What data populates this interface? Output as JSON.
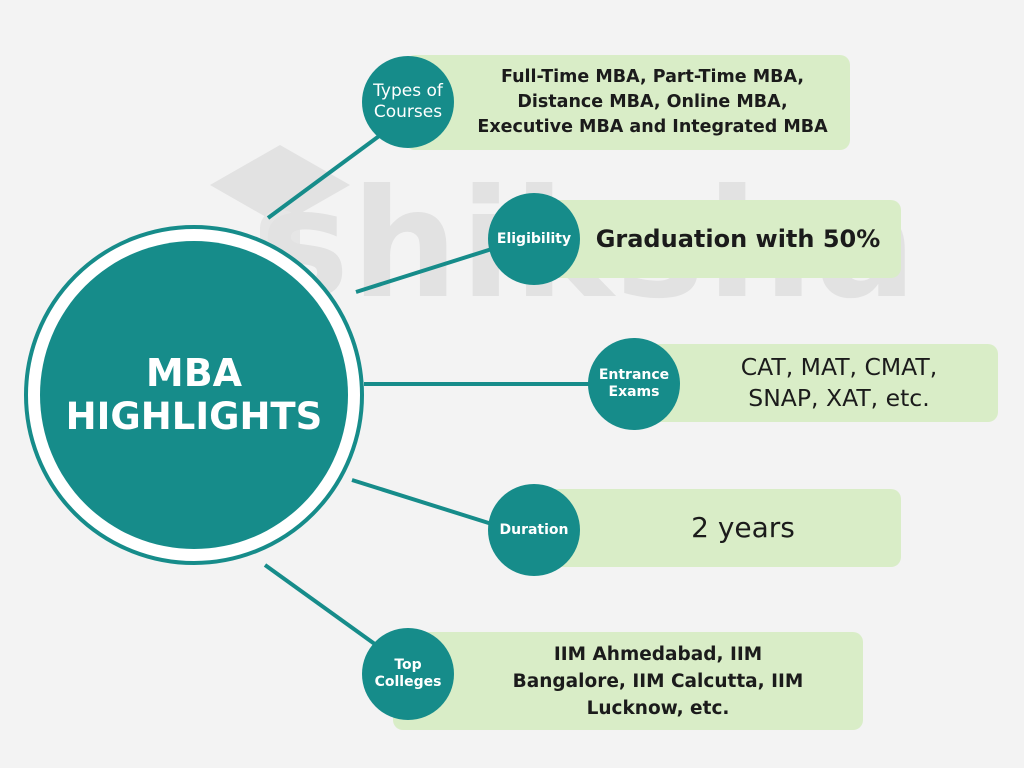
{
  "hub": {
    "line1": "MBA",
    "line2": "HIGHLIGHTS"
  },
  "items": [
    {
      "label_lines": [
        "Types of",
        "Courses"
      ],
      "content_lines": [
        "Full-Time MBA, Part-Time MBA,",
        "Distance MBA, Online MBA,",
        "Executive MBA and Integrated MBA"
      ]
    },
    {
      "label_lines": [
        "Eligibility"
      ],
      "content_lines": [
        "Graduation with 50%"
      ]
    },
    {
      "label_lines": [
        "Entrance",
        "Exams"
      ],
      "content_lines": [
        "CAT, MAT, CMAT,",
        "SNAP, XAT, etc."
      ]
    },
    {
      "label_lines": [
        "Duration"
      ],
      "content_lines": [
        "2 years"
      ]
    },
    {
      "label_lines": [
        "Top",
        "Colleges"
      ],
      "content_lines": [
        "IIM Ahmedabad, IIM",
        "Bangalore, IIM Calcutta, IIM",
        "Lucknow, etc."
      ]
    }
  ],
  "watermark": {
    "text": "shiksha",
    "logo_icon": "graduation-cap-icon"
  },
  "colors": {
    "teal": "#168c8a",
    "box_green": "#d9edc7",
    "background": "#f3f3f3",
    "text_dark": "#1b1b1b",
    "watermark": "#e2e2e2"
  }
}
